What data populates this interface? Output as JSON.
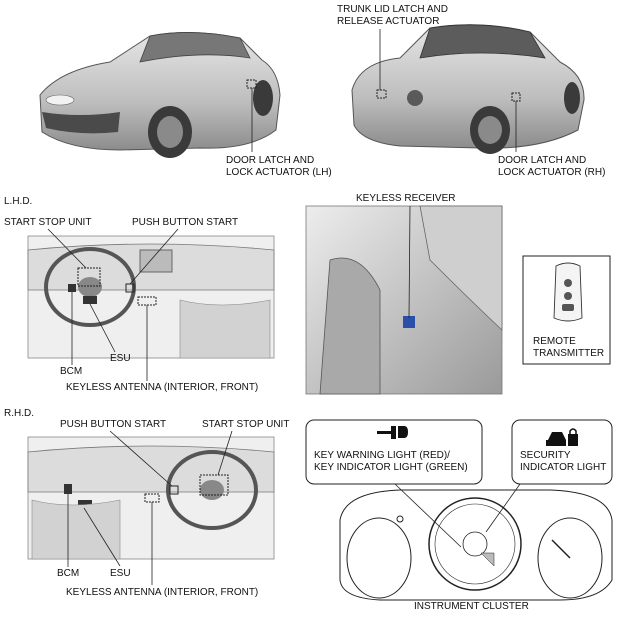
{
  "labels": {
    "trunk_lid": "TRUNK LID LATCH AND\nRELEASE ACTUATOR",
    "door_lh": "DOOR LATCH AND\nLOCK ACTUATOR (LH)",
    "door_rh": "DOOR LATCH AND\nLOCK ACTUATOR (RH)",
    "lhd": "L.H.D.",
    "rhd": "R.H.D.",
    "start_stop_lhd": "START STOP UNIT",
    "push_button_lhd": "PUSH BUTTON START",
    "bcm_lhd": "BCM",
    "esu_lhd": "ESU",
    "keyless_ant_lhd": "KEYLESS ANTENNA (INTERIOR, FRONT)",
    "keyless_receiver": "KEYLESS RECEIVER",
    "remote_transmitter": "REMOTE\nTRANSMITTER",
    "push_button_rhd": "PUSH BUTTON START",
    "start_stop_rhd": "START STOP UNIT",
    "bcm_rhd": "BCM",
    "esu_rhd": "ESU",
    "keyless_ant_rhd": "KEYLESS ANTENNA (INTERIOR, FRONT)",
    "key_warning": "KEY WARNING LIGHT (RED)/\nKEY INDICATOR LIGHT (GREEN)",
    "security_light": "SECURITY\nINDICATOR LIGHT",
    "instrument_cluster": "INSTRUMENT CLUSTER"
  },
  "colors": {
    "line": "#222222",
    "body_fill": "#c9c9c9",
    "dark_fill": "#6a6a6a",
    "receiver_blue": "#2a4fa8"
  }
}
